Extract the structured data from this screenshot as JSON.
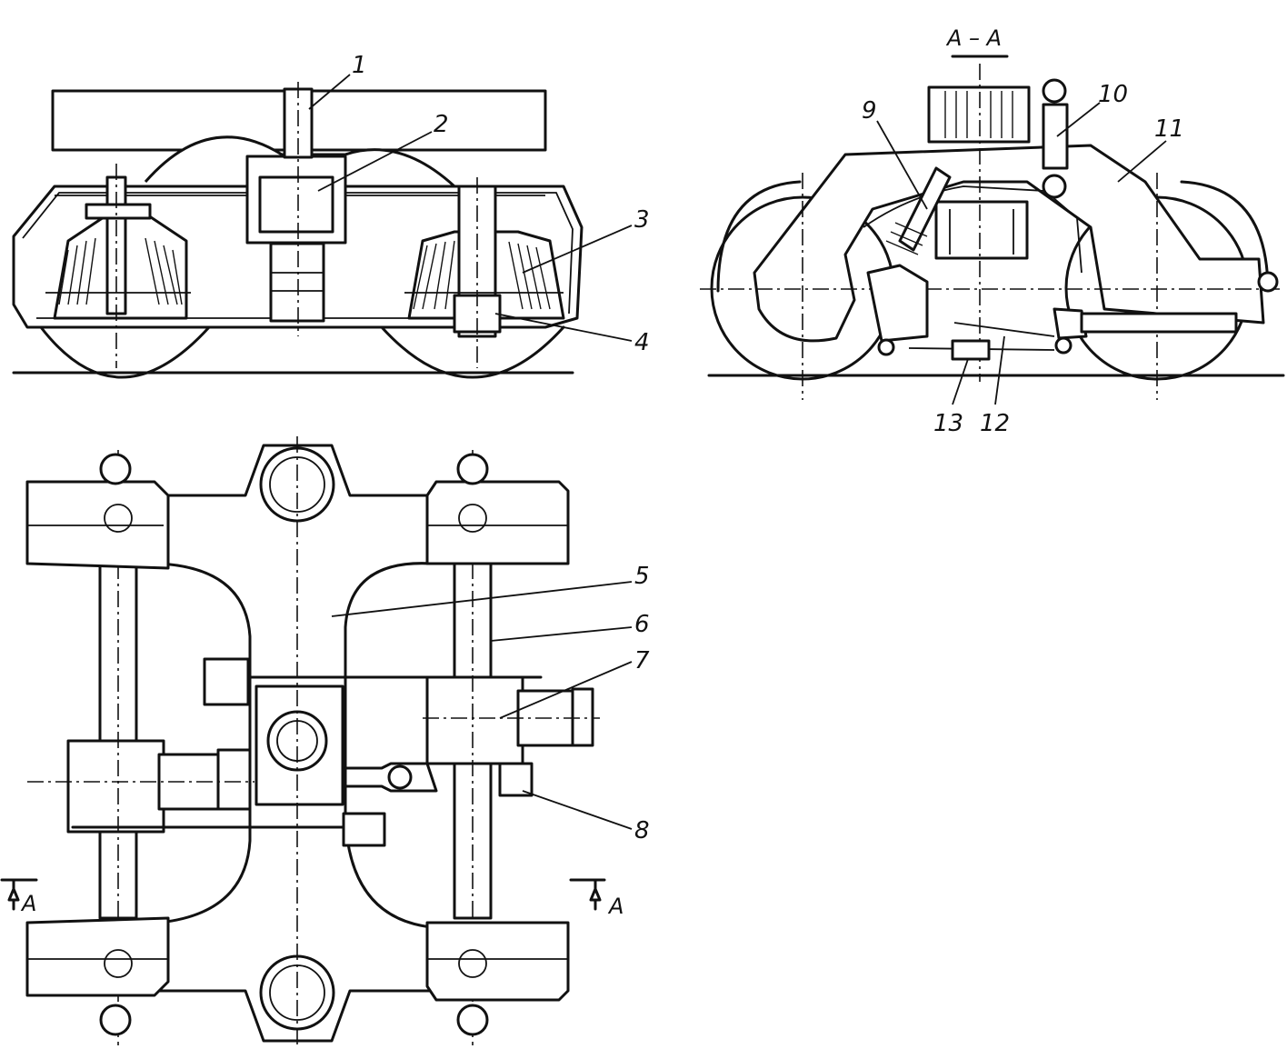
{
  "callouts": {
    "c1": "1",
    "c2": "2",
    "c3": "3",
    "c4": "4",
    "c5": "5",
    "c6": "6",
    "c7": "7",
    "c8": "8",
    "c9": "9",
    "c10": "10",
    "c11": "11",
    "c12": "12",
    "c13": "13"
  },
  "section": {
    "title": "A – A",
    "left_mark": "A",
    "right_mark": "A"
  }
}
